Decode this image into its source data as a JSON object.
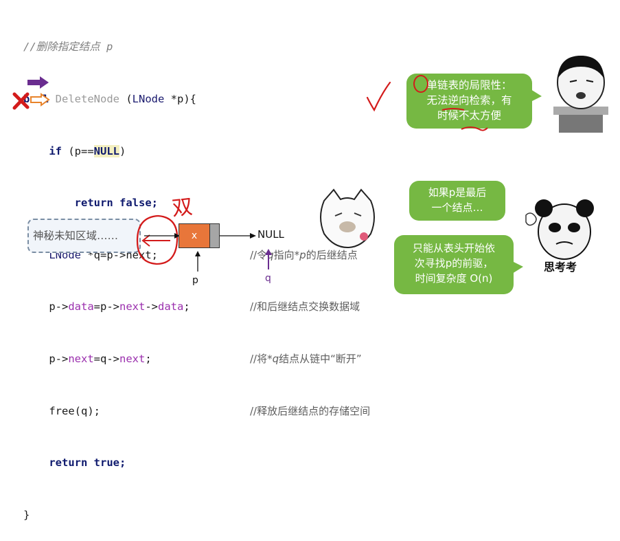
{
  "code": {
    "comment_title": "//删除指定结点 p",
    "line1": {
      "kw": "bool",
      "fn": "DeleteNode",
      "open": " (",
      "type": "LNode",
      "rest": " *p){"
    },
    "line2": {
      "kw": "if",
      "a": " (p==",
      "nul": "NULL",
      "b": ")"
    },
    "line3": {
      "kw1": "return",
      "kw2": "false",
      "end": ";"
    },
    "line4": {
      "type": "LNode",
      "rest": " *q=p->next;"
    },
    "line5": {
      "a": "p->",
      "b": "data",
      "c": "=p->",
      "d": "next",
      "e": "->",
      "f": "data",
      "g": ";"
    },
    "line6": {
      "a": "p->",
      "b": "next",
      "c": "=q->",
      "d": "next",
      "e": ";"
    },
    "line7": "free(q);",
    "line8": {
      "kw1": "return",
      "kw2": "true",
      "end": ";"
    },
    "line9": "}"
  },
  "comments": {
    "c4": {
      "a": "//令",
      "q": "q",
      "b": "指向*",
      "p": "p",
      "c": "的后继结点"
    },
    "c5": "//和后继结点交换数据域",
    "c6": {
      "a": "//将*",
      "q": "q",
      "b": "结点从链中“断开”"
    },
    "c7": "//释放后继结点的存储空间"
  },
  "bubbles": {
    "limit": {
      "line1": "单链表的局限性：",
      "line2": "无法逆向检索，有",
      "line3": "时候不太方便"
    },
    "last_node": {
      "line1": "如果p是最后",
      "line2": "一个结点…"
    },
    "only_from_head": {
      "line1": "只能从表头开始依",
      "line2": "次寻找p的前驱，",
      "line3": "时间复杂度 O(n)"
    }
  },
  "diagram": {
    "mystery_area": "神秘未知区域……",
    "node_data": "x",
    "null_label": "NULL",
    "pointer_p": "p",
    "pointer_q": "q",
    "handwritten_double": "双"
  },
  "sticker_caption": "思考考",
  "colors": {
    "bubble_green": "#76b843",
    "annotation_red": "#d31b1b",
    "node_orange": "#e8763a",
    "purple_arrow": "#6a2d8f",
    "orange_arrow": "#e8832a"
  }
}
